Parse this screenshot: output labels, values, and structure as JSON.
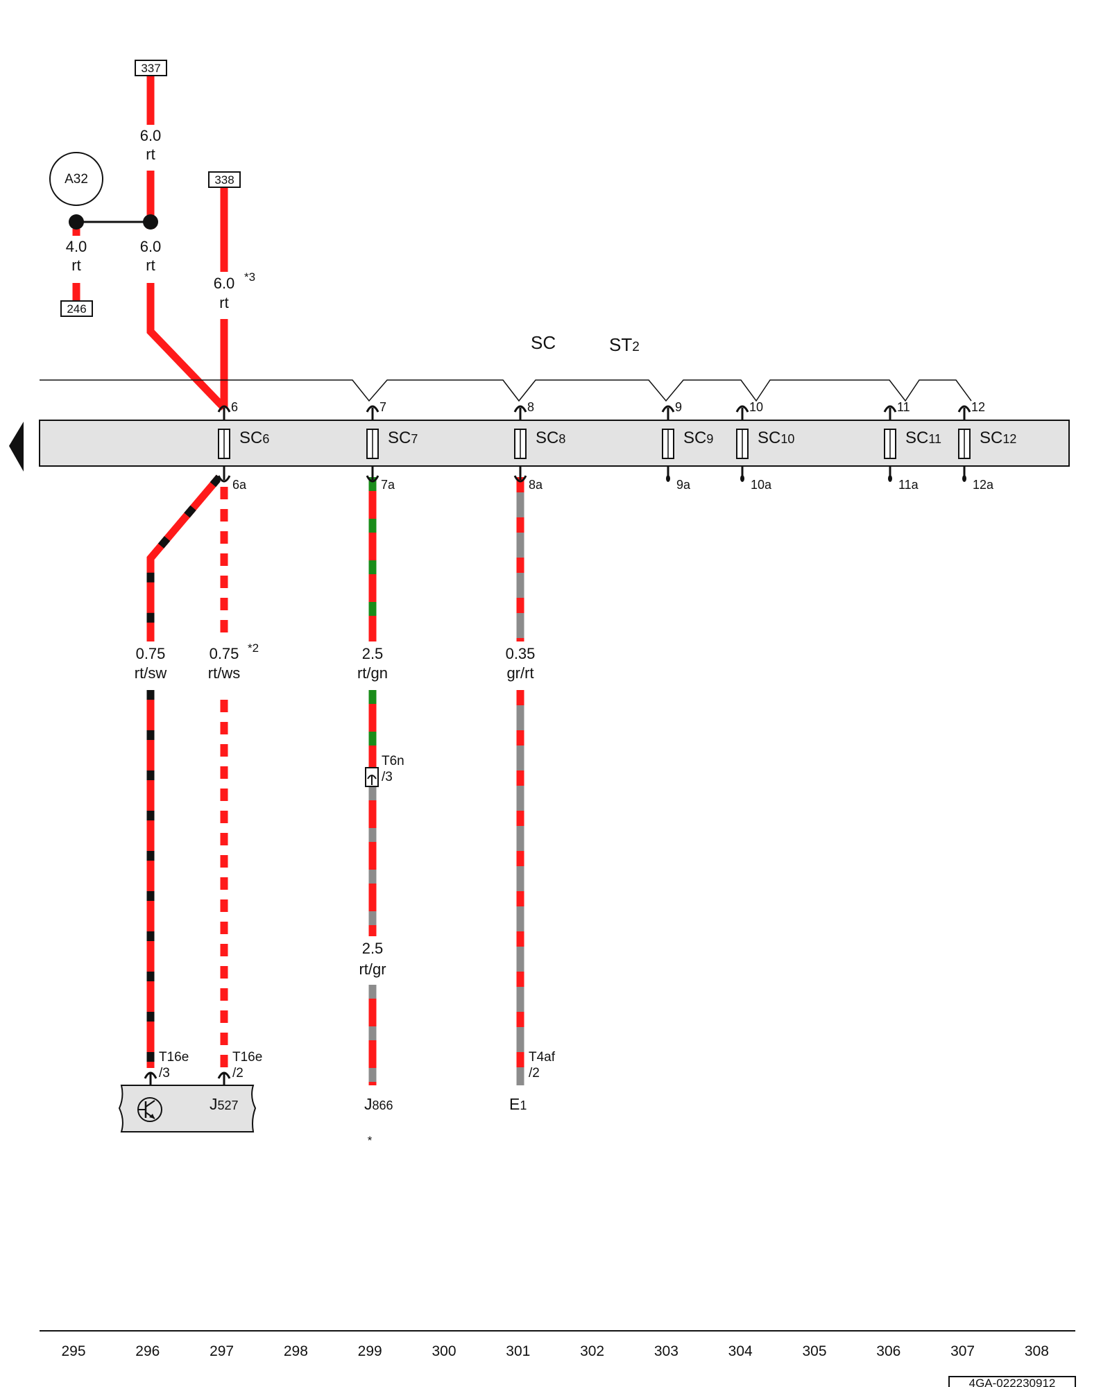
{
  "colors": {
    "rt": "#ff1a1a",
    "sw": "#111111",
    "ws": "#ffffff",
    "gn": "#1a8c1a",
    "gr": "#8c8c8c",
    "bar": "#e3e3e3",
    "outline": "#222222"
  },
  "refs": {
    "r337": "337",
    "r338": "338",
    "r246": "246",
    "doc": "4GA-022230912"
  },
  "a32": "A32",
  "header": {
    "sc": "SC",
    "st": "ST",
    "st_sub": "2"
  },
  "wires": {
    "w337": {
      "size": "6.0",
      "color": "rt"
    },
    "w246": {
      "size": "4.0",
      "color": "rt"
    },
    "wjoin": {
      "size": "6.0",
      "color": "rt"
    },
    "w338": {
      "size": "6.0",
      "color": "rt",
      "note": "*3"
    },
    "w_sw": {
      "size": "0.75",
      "color": "rt/sw"
    },
    "w_ws": {
      "size": "0.75",
      "color": "rt/ws",
      "note": "*2"
    },
    "w_gn": {
      "size": "2.5",
      "color": "rt/gn"
    },
    "w_gr2": {
      "size": "2.5",
      "color": "rt/gr"
    },
    "w_grrt": {
      "size": "0.35",
      "color": "gr/rt"
    }
  },
  "fuses": [
    {
      "label": "SC",
      "sub": "6",
      "top": "6",
      "bottom": "6a"
    },
    {
      "label": "SC",
      "sub": "7",
      "top": "7",
      "bottom": "7a"
    },
    {
      "label": "SC",
      "sub": "8",
      "top": "8",
      "bottom": "8a"
    },
    {
      "label": "SC",
      "sub": "9",
      "top": "9",
      "bottom": "9a"
    },
    {
      "label": "SC",
      "sub": "10",
      "top": "10",
      "bottom": "10a"
    },
    {
      "label": "SC",
      "sub": "11",
      "top": "11",
      "bottom": "11a"
    },
    {
      "label": "SC",
      "sub": "12",
      "top": "12",
      "bottom": "12a"
    }
  ],
  "connectors": {
    "t16e_3": {
      "name": "T16e",
      "pin": "/3"
    },
    "t16e_2": {
      "name": "T16e",
      "pin": "/2"
    },
    "t6n": {
      "name": "T6n",
      "pin": "/3"
    },
    "t4af": {
      "name": "T4af",
      "pin": "/2"
    }
  },
  "components": {
    "j527": {
      "main": "J",
      "sub": "527"
    },
    "j866": {
      "main": "J",
      "sub": "866",
      "note": "*"
    },
    "e1": {
      "main": "E",
      "sub": "1"
    }
  },
  "scale": [
    "295",
    "296",
    "297",
    "298",
    "299",
    "300",
    "301",
    "302",
    "303",
    "304",
    "305",
    "306",
    "307",
    "308"
  ]
}
